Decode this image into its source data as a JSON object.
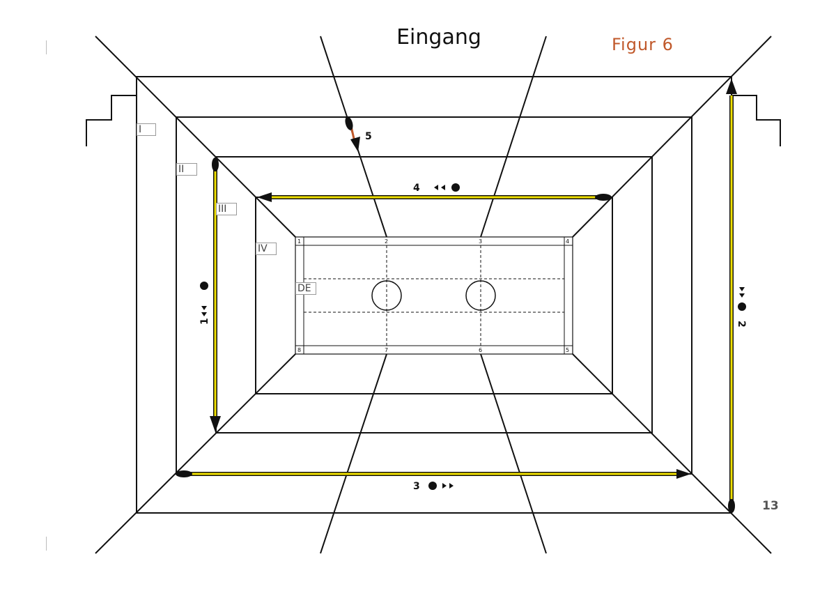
{
  "title": "Eingang",
  "figure_label": "Figur 6",
  "page_number": "13",
  "zones": [
    "I",
    "II",
    "III",
    "IV",
    "DE"
  ],
  "court_points": [
    "1",
    "2",
    "3",
    "4",
    "5",
    "6",
    "7",
    "8"
  ],
  "paths": [
    {
      "label": "1"
    },
    {
      "label": "2"
    },
    {
      "label": "3"
    },
    {
      "label": "4"
    },
    {
      "label": "5"
    }
  ],
  "colors": {
    "path_fill": "#f0e000",
    "line": "#111111",
    "figure_label": "#c0582a"
  }
}
